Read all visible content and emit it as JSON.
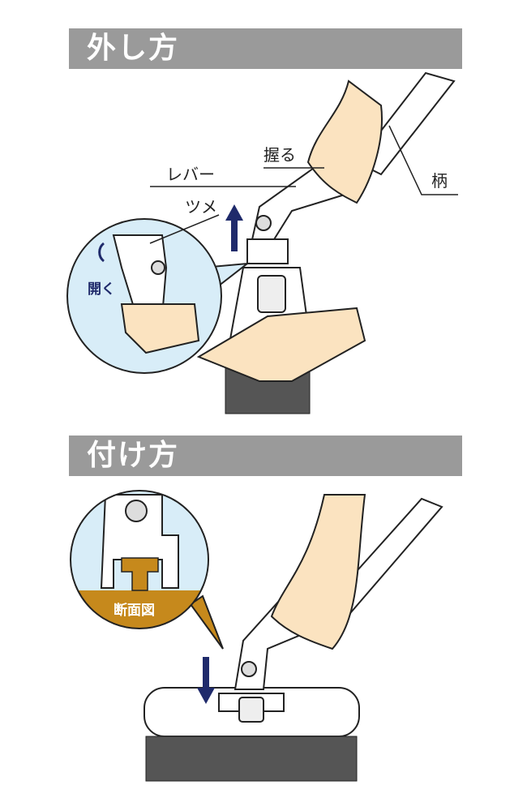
{
  "removal": {
    "title": "外し方",
    "grip_label": "握る",
    "lever_label": "レバー",
    "handle_label": "柄",
    "claw_label": "ツメ",
    "open_label": "開く"
  },
  "attachment": {
    "title": "付け方",
    "cross_section_label": "断面図"
  },
  "colors": {
    "header": "#9a9a9a",
    "detail_circle": "#d8edf8",
    "cross_section": "#c6891c",
    "arrow": "#1f2a6b",
    "skin": "#fbe3c0"
  }
}
